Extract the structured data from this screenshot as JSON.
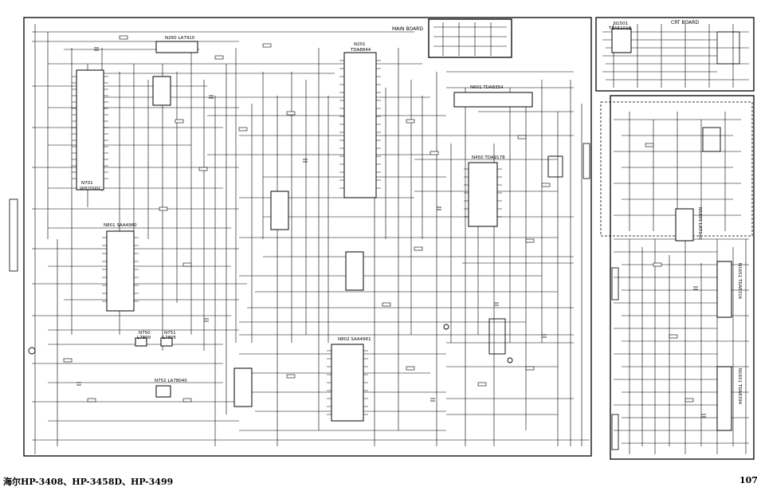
{
  "board_labels": {
    "main_board": "MAIN BOARD",
    "crt_board": "CRT BOARD"
  },
  "ic_labels": {
    "n260": "N260 LA7910",
    "n201": "N201",
    "n201_part": "TDA8844",
    "n601": "N601 TDA8354",
    "n450": "N450 TDA9178",
    "n701": "N701",
    "n701_part": "WH2000C",
    "n801": "N801 SAA4960",
    "n802": "N802 SAA4961",
    "n750": "N750",
    "n750_part": "L7809",
    "n751": "N751",
    "n751_part": "L7805",
    "n752": "N752 LA78040",
    "n1501": "N1501",
    "n1501_part": "TEA5101B",
    "n1652": "N1652 TDA8316",
    "n1651": "N1651 TDA8394",
    "n1601": "N1601 LA7840"
  },
  "footer": {
    "title": "海尔HP-3408、HP-3458D、HP-3499",
    "page_number": "107"
  }
}
